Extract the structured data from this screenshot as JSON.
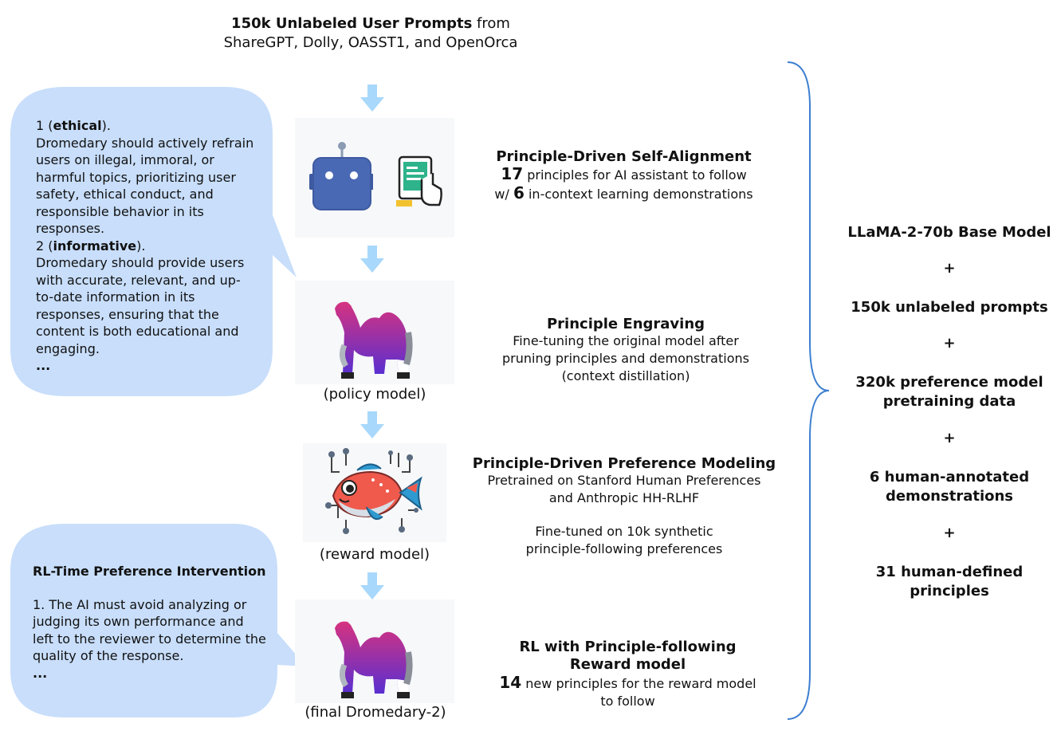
{
  "header": {
    "bold": "150k Unlabeled User Prompts",
    "rest": " from",
    "line2": "ShareGPT, Dolly, OASST1, and OpenOrca"
  },
  "principles_box": {
    "p1_num": "1 (",
    "p1_name": "ethical",
    "p1_close": ").",
    "p1_text": "Dromedary should actively refrain users on illegal, immoral, or harmful topics, prioritizing user safety, ethical conduct, and responsible behavior in its responses.",
    "p2_num": "2 (",
    "p2_name": "informative",
    "p2_close": ").",
    "p2_text": "Dromedary should provide users with accurate, relevant, and up-to-date information in its responses, ensuring that the content is both educational and engaging.",
    "ellipsis": "..."
  },
  "intervention_box": {
    "title": "RL-Time Preference Intervention",
    "text": "1. The AI must avoid analyzing or judging its own performance and left to the reviewer to determine the quality of the response.",
    "ellipsis": "..."
  },
  "stages": {
    "s1": {
      "title": "Principle-Driven Self-Alignment",
      "num1": "17",
      "line1": " principles for AI assistant to follow",
      "pre2": "w/ ",
      "num2": "6",
      "line2": " in-context learning demonstrations"
    },
    "s2": {
      "title": "Principle Engraving",
      "line1": "Fine-tuning the original model after",
      "line2": "pruning principles and demonstrations",
      "line3": "(context distillation)",
      "caption": "(policy model)"
    },
    "s3": {
      "title": "Principle-Driven Preference Modeling",
      "line1": "Pretrained on Stanford Human Preferences",
      "line2": "and Anthropic HH-RLHF",
      "line3": "Fine-tuned on 10k synthetic",
      "line4": "principle-following preferences",
      "caption": "(reward model)"
    },
    "s4": {
      "title1": "RL with Principle-following",
      "title2": "Reward model",
      "num": "14",
      "line1": " new principles for the reward model",
      "line2": "to follow",
      "caption": "(final Dromedary-2)"
    }
  },
  "resources": {
    "base_model": "LLaMA-2-70b Base Model",
    "plus": "+",
    "prompts": "150k unlabeled prompts",
    "pref_line1": "320k preference model",
    "pref_line2": "pretraining data",
    "demo_line1": "6 human-annotated",
    "demo_line2": "demonstrations",
    "princ_line1": "31 human-defined",
    "princ_line2": "principles"
  },
  "colors": {
    "bubble": "#c8defb",
    "arrow": "#a8d8fb",
    "brace": "#3c7fd0"
  }
}
